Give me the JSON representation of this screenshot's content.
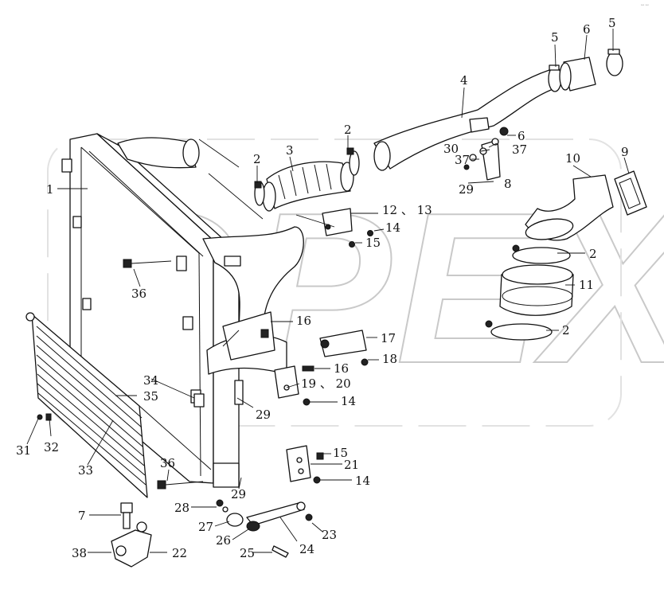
{
  "watermark": "OPEX",
  "corner_mark": "ꟷ ꟷ",
  "callouts": {
    "n1": "1",
    "n2a": "2",
    "n2b": "2",
    "n2c": "2",
    "n2d": "2",
    "n3": "3",
    "n4": "4",
    "n5a": "5",
    "n5b": "5",
    "n6a": "6",
    "n6b": "6",
    "n7": "7",
    "n8": "8",
    "n9": "9",
    "n10": "10",
    "n11": "11",
    "n12_13": "12 、 13",
    "n14a": "14",
    "n14b": "14",
    "n14c": "14",
    "n15a": "15",
    "n15b": "15",
    "n16a": "16",
    "n16b": "16",
    "n17": "17",
    "n18": "18",
    "n19_20": "19 、 20",
    "n21": "21",
    "n22": "22",
    "n23": "23",
    "n24": "24",
    "n25": "25",
    "n26": "26",
    "n27": "27",
    "n28": "28",
    "n29a": "29",
    "n29b": "29",
    "n29c": "29",
    "n30": "30",
    "n31": "31",
    "n32": "32",
    "n33": "33",
    "n34": "34",
    "n35": "35",
    "n36a": "36",
    "n36b": "36",
    "n37a": "37",
    "n37b": "37",
    "n38": "38"
  }
}
